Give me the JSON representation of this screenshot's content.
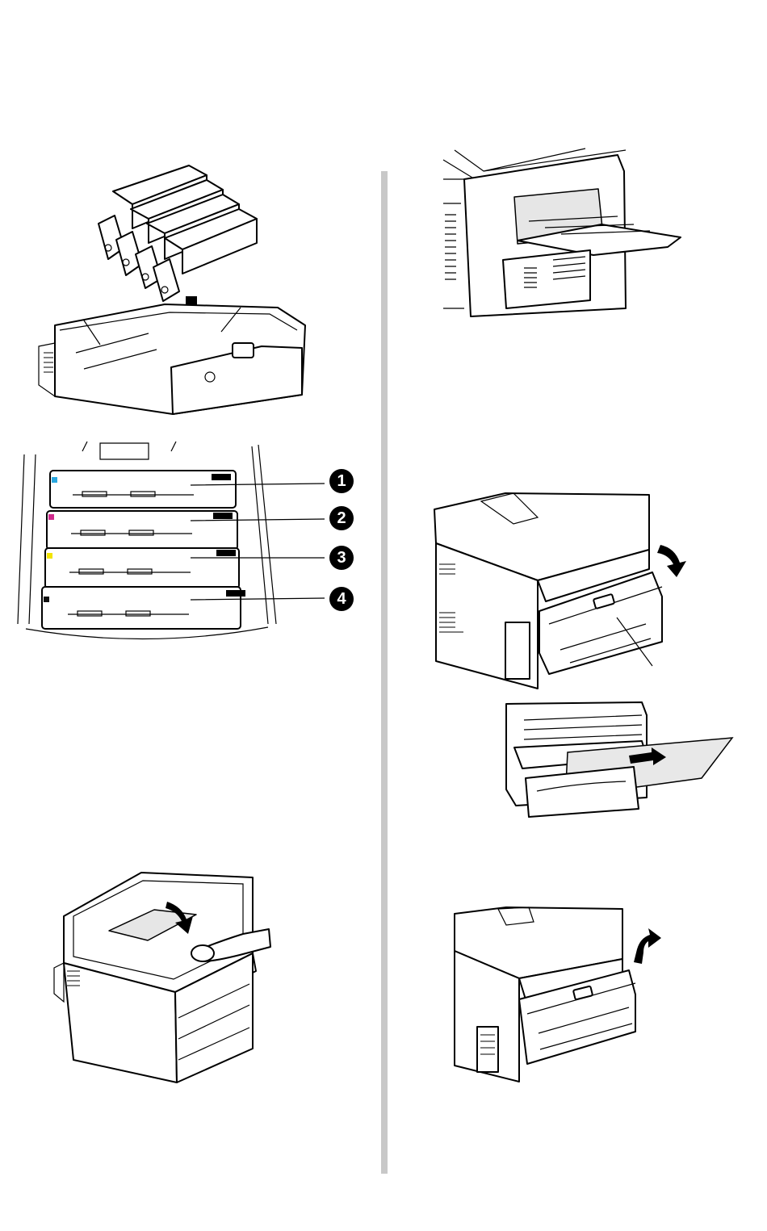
{
  "callouts": {
    "c1": "1",
    "c2": "2",
    "c3": "3",
    "c4": "4"
  },
  "colors": {
    "cyan": "#2aa7df",
    "magenta": "#d12b8e",
    "yellow": "#f2e400",
    "black": "#111111",
    "divider": "#c8c8c8"
  },
  "icons": {
    "drums": "image-drum-cartridges-icon",
    "arrow_down": "down-arrow-icon",
    "fuser": "rear-exit-tray-icon",
    "duplex_open": "duplex-unit-open-icon",
    "paper": "paper-removal-icon",
    "duplex_close": "duplex-unit-close-icon",
    "printer_cover": "printer-top-cover-icon"
  }
}
